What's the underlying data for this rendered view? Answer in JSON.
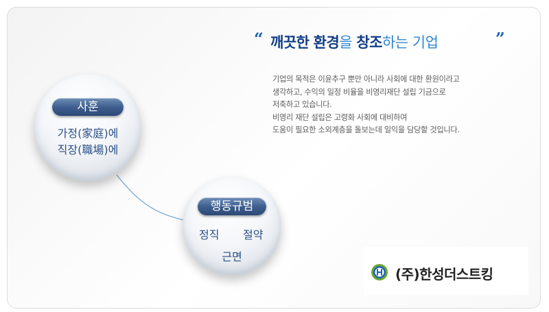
{
  "headline": {
    "open_quote": "“",
    "part1": "깨끗한",
    "part2": "환경",
    "part3": "을",
    "part4": "창조",
    "part5": "하는 기업",
    "close_quote": "”"
  },
  "description": [
    "기업의 목적은 이윤추구 뿐만 아니라 사회에 대한 환원이라고",
    "생각하고, 수익의 일정 비율을 비영리재단 설립 기금으로",
    "저축하고 있습니다.",
    "비영리 재단 설립은 고령화 사회에 대비하여",
    "도움이 필요한 소외계층을 돌보는데 일익을 담당할 것입니다."
  ],
  "motto": {
    "label": "사훈",
    "line1": "가정(家庭)에",
    "line2": "직장(職場)에"
  },
  "conduct": {
    "label": "행동규범",
    "item1": "정직",
    "item2": "절약",
    "item3": "근면"
  },
  "company": {
    "name": "(주)한성더스트킹",
    "logo_icon": "h-emblem-icon"
  },
  "colors": {
    "brand_dark": "#123d86",
    "brand_light": "#2f86d1",
    "pill": "#3f5f8e",
    "logo_green": "#6aa833"
  }
}
